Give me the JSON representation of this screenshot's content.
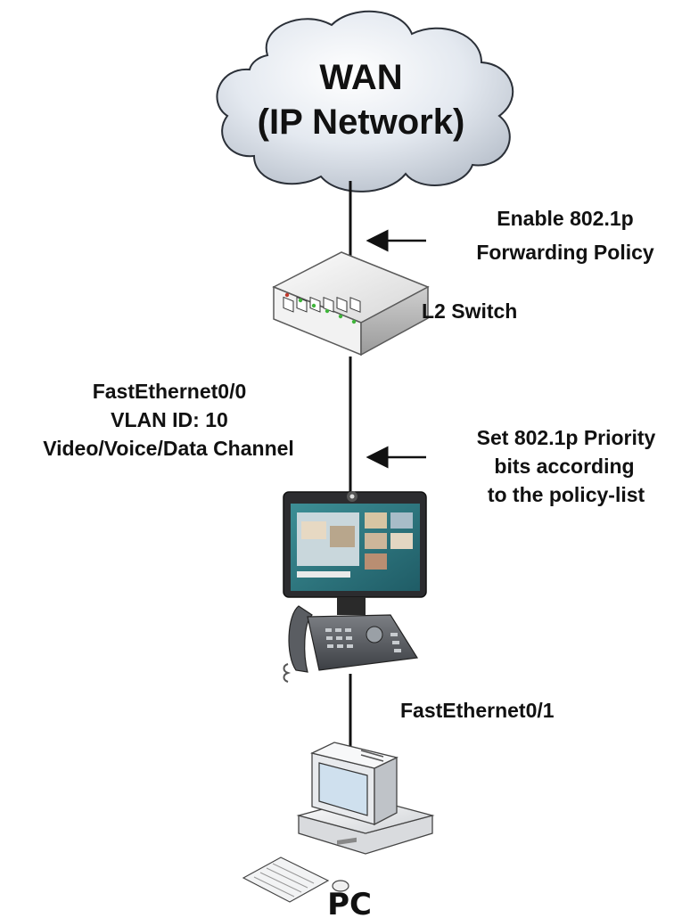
{
  "cloud": {
    "line1": "WAN",
    "line2": "(IP Network)"
  },
  "annotations": {
    "forwarding_policy": {
      "line1": "Enable 802.1p",
      "line2": "Forwarding Policy"
    },
    "priority_bits": {
      "line1": "Set 802.1p Priority",
      "line2": "bits according",
      "line3": "to the policy-list"
    }
  },
  "switch": {
    "label": "L2 Switch"
  },
  "link_upper": {
    "line1": "FastEthernet0/0",
    "line2": "VLAN ID: 10",
    "line3": "Video/Voice/Data Channel"
  },
  "link_lower": {
    "label": "FastEthernet0/1"
  },
  "pc": {
    "label": "PC"
  },
  "colors": {
    "cloud_fill": "#e2e7ee",
    "cloud_edge": "#2b3038",
    "line": "#111111",
    "switch_body": "#eaeaea",
    "port_led": "#3fb53a",
    "screen_teal": "#2e7d86"
  }
}
